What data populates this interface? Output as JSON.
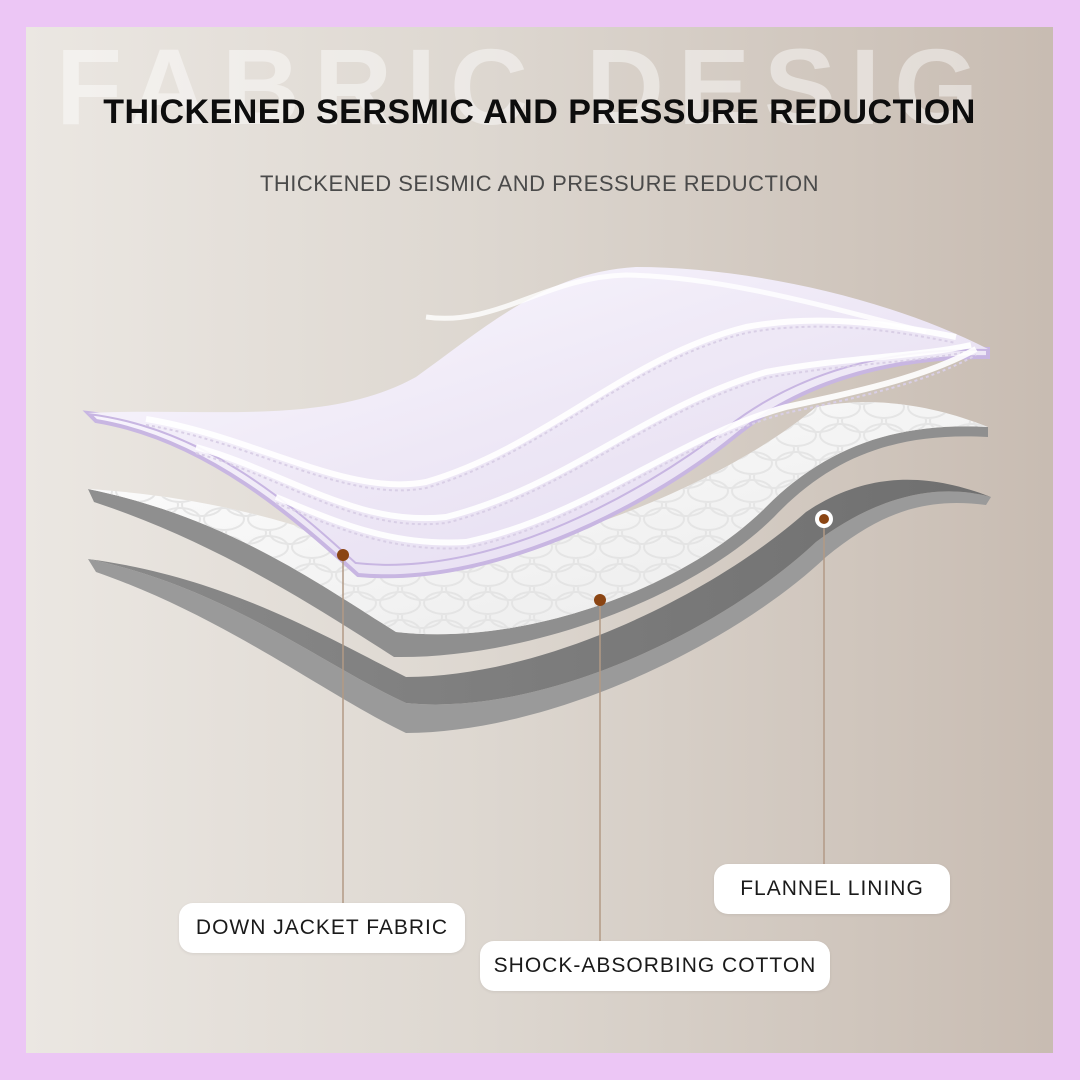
{
  "watermark": "FABRIC DESIG",
  "title": "THICKENED SERSMIC AND PRESSURE REDUCTION",
  "subtitle": "THICKENED SEISMIC AND PRESSURE REDUCTION",
  "layers": [
    {
      "label": "DOWN JACKET FABRIC"
    },
    {
      "label": "SHOCK-ABSORBING COTTON"
    },
    {
      "label": "FLANNEL LINING"
    }
  ],
  "colors": {
    "frame": "#ecc6f5",
    "fabric_top": "#f3eff8",
    "fabric_edge": "#c9b8e3",
    "cotton": "#f6f6f6",
    "flannel": "#7d7d7d",
    "dot": "#8b4513"
  }
}
